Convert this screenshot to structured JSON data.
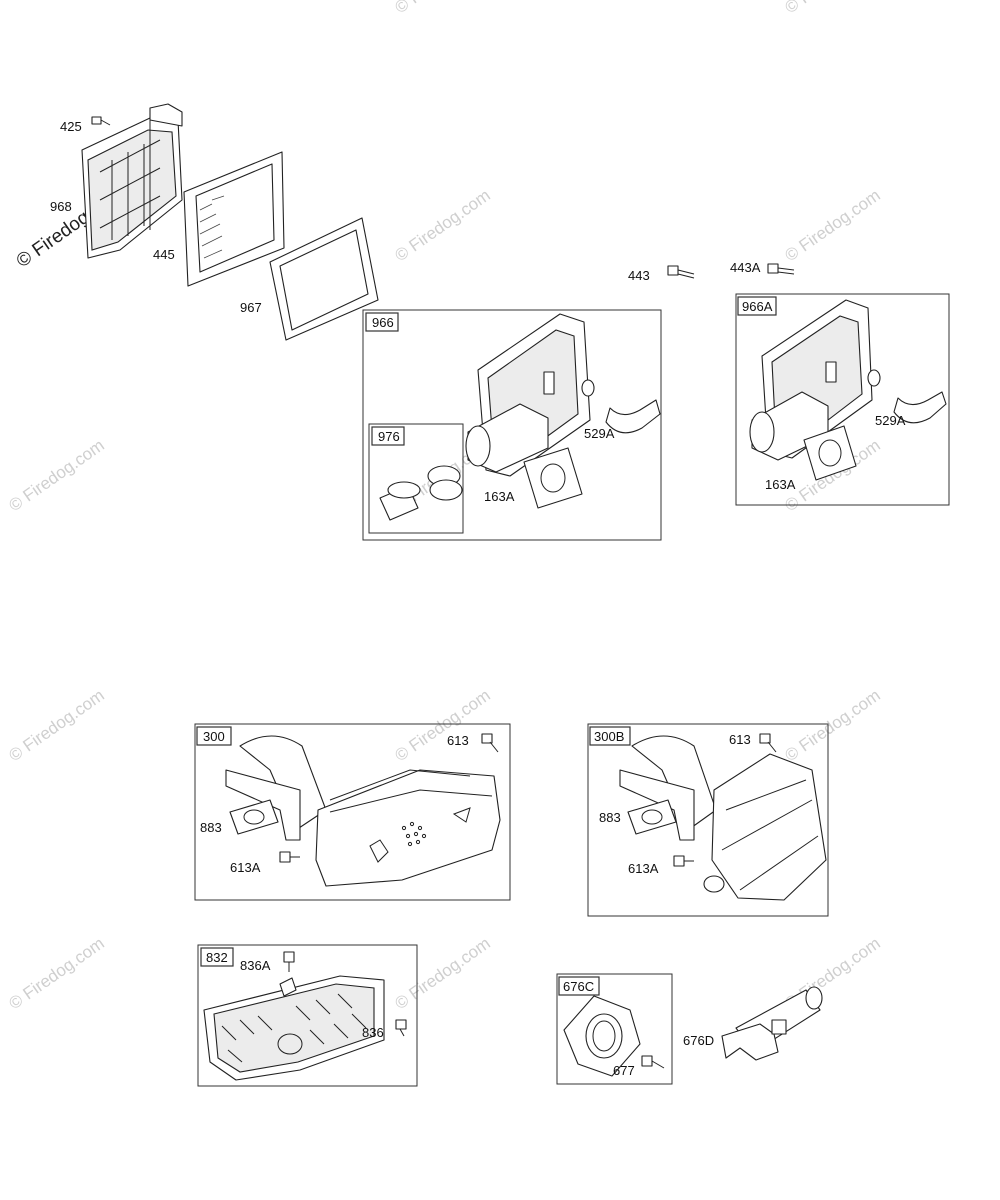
{
  "watermark": {
    "text": "© Firedog.com",
    "corner_text": "© Firedog.com"
  },
  "parts": {
    "p425": "425",
    "p968": "968",
    "p445": "445",
    "p967": "967",
    "p443": "443",
    "p443A": "443A",
    "p529A_a": "529A",
    "p163A_a": "163A",
    "p529A_b": "529A",
    "p163A_b": "163A",
    "p613": "613",
    "p883": "883",
    "p613A": "613A",
    "p613_b": "613",
    "p883_b": "883",
    "p613A_b": "613A",
    "p836A": "836A",
    "p836": "836",
    "p677": "677",
    "p676D": "676D"
  },
  "groups": {
    "g966": "966",
    "g976": "976",
    "g966A": "966A",
    "g300": "300",
    "g300B": "300B",
    "g832": "832",
    "g676C": "676C"
  }
}
